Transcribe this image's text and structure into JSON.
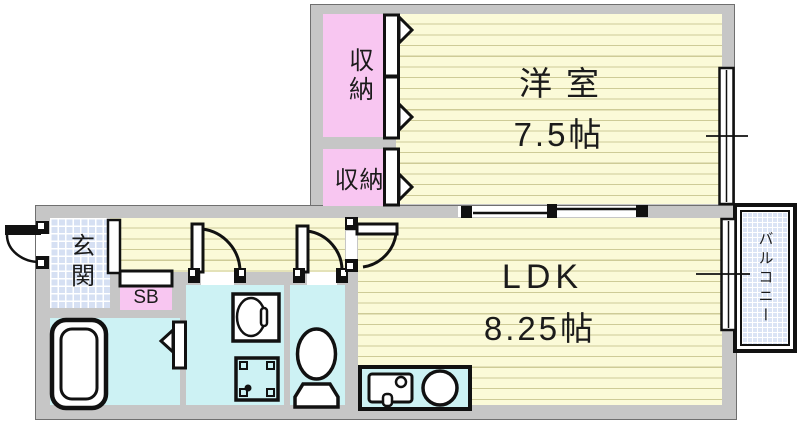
{
  "diagram_type": "japanese-apartment-floor-plan",
  "rooms": {
    "western_room": {
      "name": "洋室",
      "size": "7.5帖"
    },
    "ldk": {
      "name": "LDK",
      "size": "8.25帖"
    },
    "closet_large": {
      "label": "収納"
    },
    "closet_small": {
      "label": "収納"
    },
    "entrance": {
      "label": "玄関"
    },
    "shoe_box": {
      "label": "SB"
    },
    "balcony": {
      "label": "バルコニー"
    }
  },
  "fixtures": {
    "bathtub": "bathtub-icon",
    "vanity": "vanity-sink-icon",
    "washer_pan": "washing-machine-pan-icon",
    "toilet": "toilet-icon",
    "kitchen_sink": "kitchen-sink-icon",
    "stove_burner": "stove-burner-icon"
  },
  "colors": {
    "wall_gray": "#c6c6c6",
    "floor_yellow": "#fbfad8",
    "floor_stripe": "#cecb97",
    "closet_pink": "#f8c6f1",
    "wet_area_cyan": "#cdf2f4",
    "entrance_blue": "#d6e0f3",
    "outline_black": "#111111"
  }
}
